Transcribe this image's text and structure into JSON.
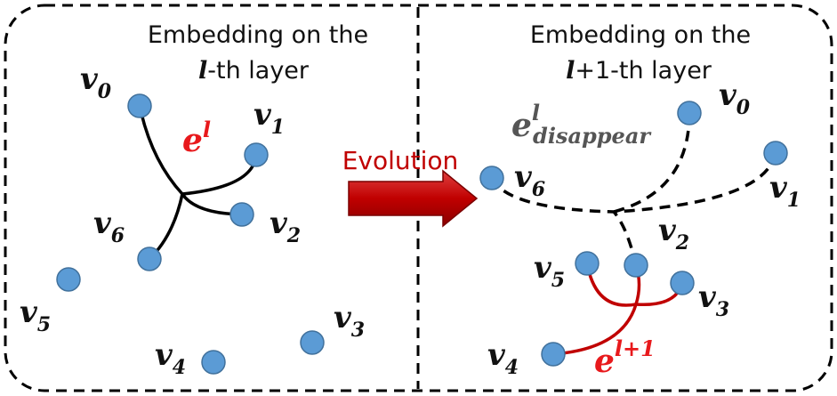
{
  "left_panel": {
    "title_line1": "Embedding on the",
    "title_line2_var": "l",
    "title_line2_rest": "-th layer",
    "edge_label_base": "e",
    "edge_label_sup": "l",
    "nodes": [
      {
        "base": "v",
        "sub": "0"
      },
      {
        "base": "v",
        "sub": "1"
      },
      {
        "base": "v",
        "sub": "2"
      },
      {
        "base": "v",
        "sub": "3"
      },
      {
        "base": "v",
        "sub": "4"
      },
      {
        "base": "v",
        "sub": "5"
      },
      {
        "base": "v",
        "sub": "6"
      }
    ]
  },
  "right_panel": {
    "title_line1": "Embedding on the",
    "title_line2_var": "l",
    "title_line2_rest": "+1-th layer",
    "disappear_label_base": "e",
    "disappear_label_sup": "l",
    "disappear_label_sub": "disappear",
    "new_edge_label_base": "e",
    "new_edge_label_sup": "l+1",
    "nodes": [
      {
        "base": "v",
        "sub": "0"
      },
      {
        "base": "v",
        "sub": "1"
      },
      {
        "base": "v",
        "sub": "2"
      },
      {
        "base": "v",
        "sub": "3"
      },
      {
        "base": "v",
        "sub": "4"
      },
      {
        "base": "v",
        "sub": "5"
      },
      {
        "base": "v",
        "sub": "6"
      }
    ]
  },
  "arrow": {
    "label": "Evolution"
  },
  "colors": {
    "node_fill": "#5b9bd5",
    "edge_current": "#000000",
    "edge_new": "#c00000",
    "edge_label_new": "#e8191c",
    "edge_label_disappear": "#555555",
    "arrow": "#c00000"
  }
}
